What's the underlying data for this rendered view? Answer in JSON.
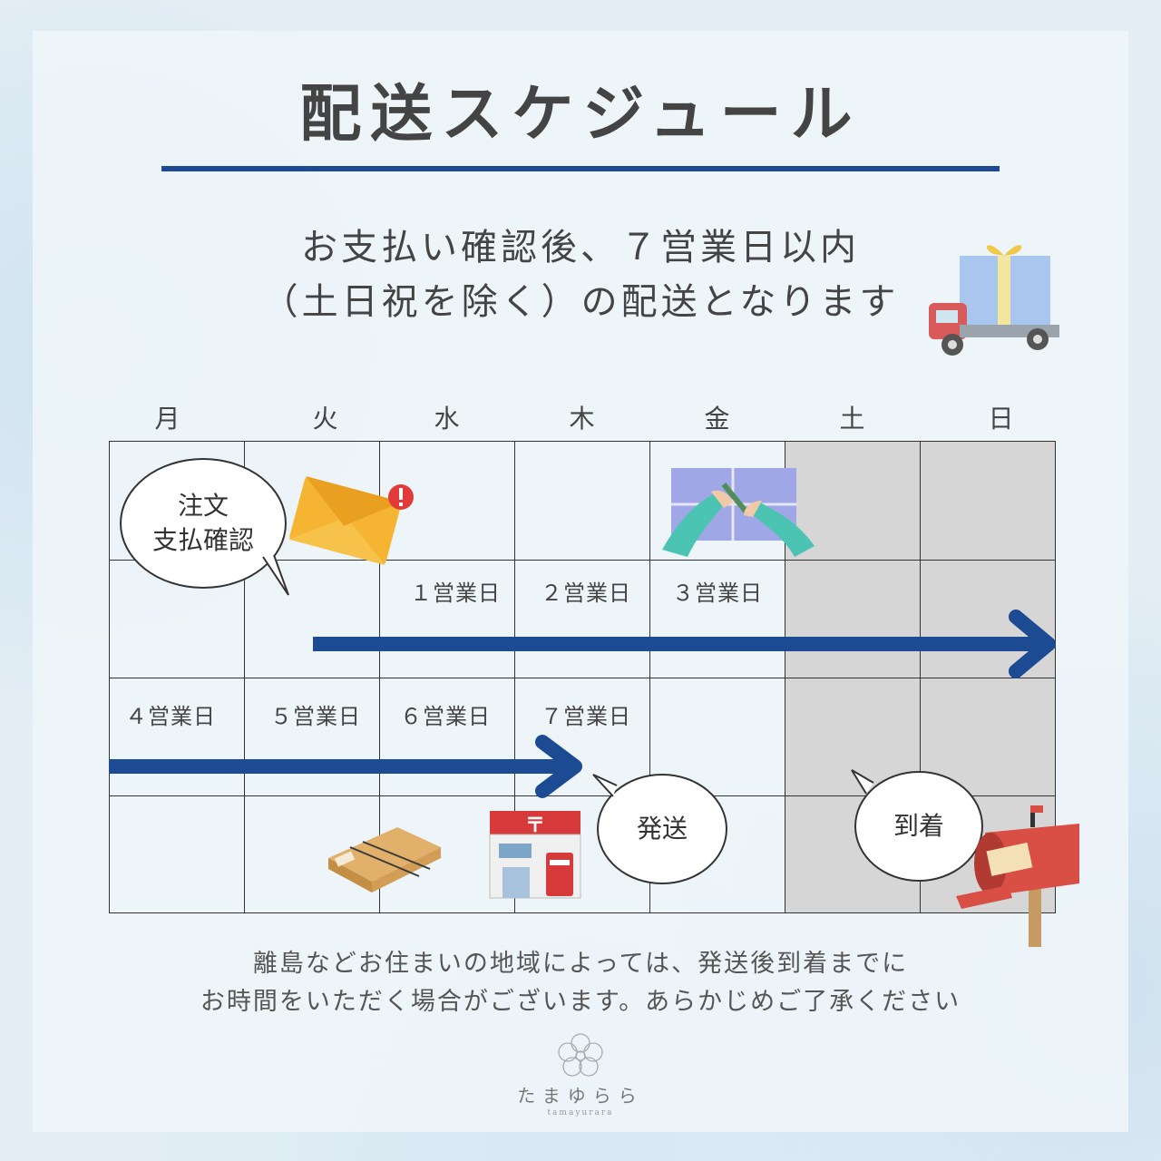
{
  "title": "配送スケジュール",
  "subtitle": {
    "line1": "お支払い確認後、７営業日以内",
    "line2": "（土日祝を除く）の配送となります"
  },
  "days": [
    "月",
    "火",
    "水",
    "木",
    "金",
    "土",
    "日"
  ],
  "weekend_days": [
    "土",
    "日"
  ],
  "business_days": {
    "d1": "１営業日",
    "d2": "２営業日",
    "d3": "３営業日",
    "d4": "４営業日",
    "d5": "５営業日",
    "d6": "６営業日",
    "d7": "７営業日"
  },
  "bubbles": {
    "order_line1": "注文",
    "order_line2": "支払確認",
    "ship": "発送",
    "arrive": "到着"
  },
  "note": {
    "line1": "離島などお住まいの地域によっては、発送後到着までに",
    "line2": "お時間をいただく場合がございます。あらかじめご了承ください"
  },
  "logo": {
    "name": "たまゆらら",
    "romaji": "tamayurara"
  },
  "colors": {
    "accent": "#1c4b94",
    "weekend": "#d6d6d6"
  },
  "icons": [
    "truck-gift-icon",
    "envelope-alert-icon",
    "wrapping-hands-icon",
    "parcel-icon",
    "post-office-icon",
    "mailbox-icon",
    "flower-logo-icon"
  ]
}
